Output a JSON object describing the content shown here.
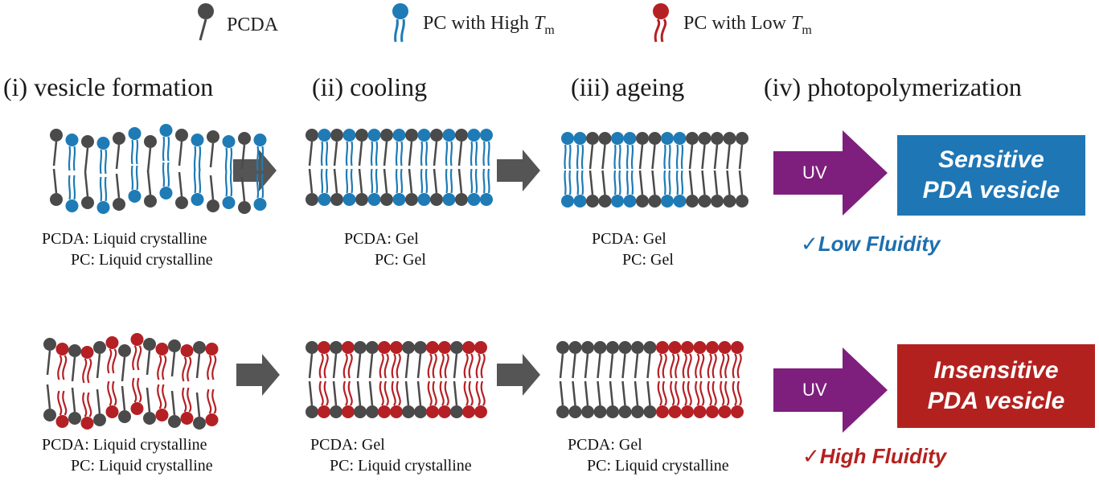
{
  "colors": {
    "pcda": "#4a4a4a",
    "pc_high": "#1f7bb6",
    "pc_low": "#b52025",
    "uv_arrow": "#7e1f7e",
    "sensitive_box": "#1f76b4",
    "insensitive_box": "#b3211f",
    "low_fluidity": "#1e6fae",
    "high_fluidity": "#b3211f",
    "step_arrow": "#555555"
  },
  "legend": {
    "pcda": "PCDA",
    "pc_high_prefix": "PC with High ",
    "pc_low_prefix": "PC with Low ",
    "tm_symbol": "T",
    "tm_subscript": "m"
  },
  "steps": [
    "(i) vesicle formation",
    "(ii) cooling",
    "(iii) ageing",
    "(iv) photopolymerization"
  ],
  "top_row": {
    "phases": [
      {
        "pcda": "PCDA: Liquid crystalline",
        "pc": "PC: Liquid crystalline"
      },
      {
        "pcda": "PCDA: Gel",
        "pc": "PC: Gel"
      },
      {
        "pcda": "PCDA: Gel",
        "pc": "PC: Gel"
      }
    ],
    "uv_label": "UV",
    "result_line1": "Sensitive",
    "result_line2": "PDA vesicle",
    "fluidity": "✓Low Fluidity"
  },
  "bottom_row": {
    "phases": [
      {
        "pcda": "PCDA: Liquid crystalline",
        "pc": "PC: Liquid crystalline"
      },
      {
        "pcda": "PCDA: Gel",
        "pc": "PC: Liquid crystalline"
      },
      {
        "pcda": "PCDA: Gel",
        "pc": "PC: Liquid crystalline"
      }
    ],
    "uv_label": "UV",
    "result_line1": "Insensitive",
    "result_line2": "PDA vesicle",
    "fluidity": "✓High Fluidity"
  },
  "bilayers": {
    "top": [
      [
        "D",
        "H",
        "D",
        "H",
        "D",
        "H",
        "D",
        "H",
        "D",
        "H",
        "D",
        "H",
        "D",
        "H"
      ],
      [
        "D",
        "H",
        "D",
        "H",
        "D",
        "H",
        "D",
        "H",
        "D",
        "H",
        "D",
        "H",
        "D",
        "H",
        "H"
      ],
      [
        "H",
        "H",
        "D",
        "D",
        "H",
        "H",
        "D",
        "D",
        "H",
        "H",
        "D",
        "D",
        "D",
        "D",
        "D"
      ]
    ],
    "bottom": [
      [
        "D",
        "L",
        "D",
        "L",
        "D",
        "L",
        "D",
        "L",
        "D",
        "L",
        "D",
        "L",
        "D",
        "L"
      ],
      [
        "D",
        "L",
        "D",
        "L",
        "D",
        "D",
        "L",
        "L",
        "D",
        "D",
        "L",
        "L",
        "D",
        "L",
        "L"
      ],
      [
        "D",
        "D",
        "D",
        "D",
        "D",
        "D",
        "D",
        "D",
        "L",
        "L",
        "L",
        "L",
        "L",
        "L",
        "L"
      ]
    ]
  }
}
